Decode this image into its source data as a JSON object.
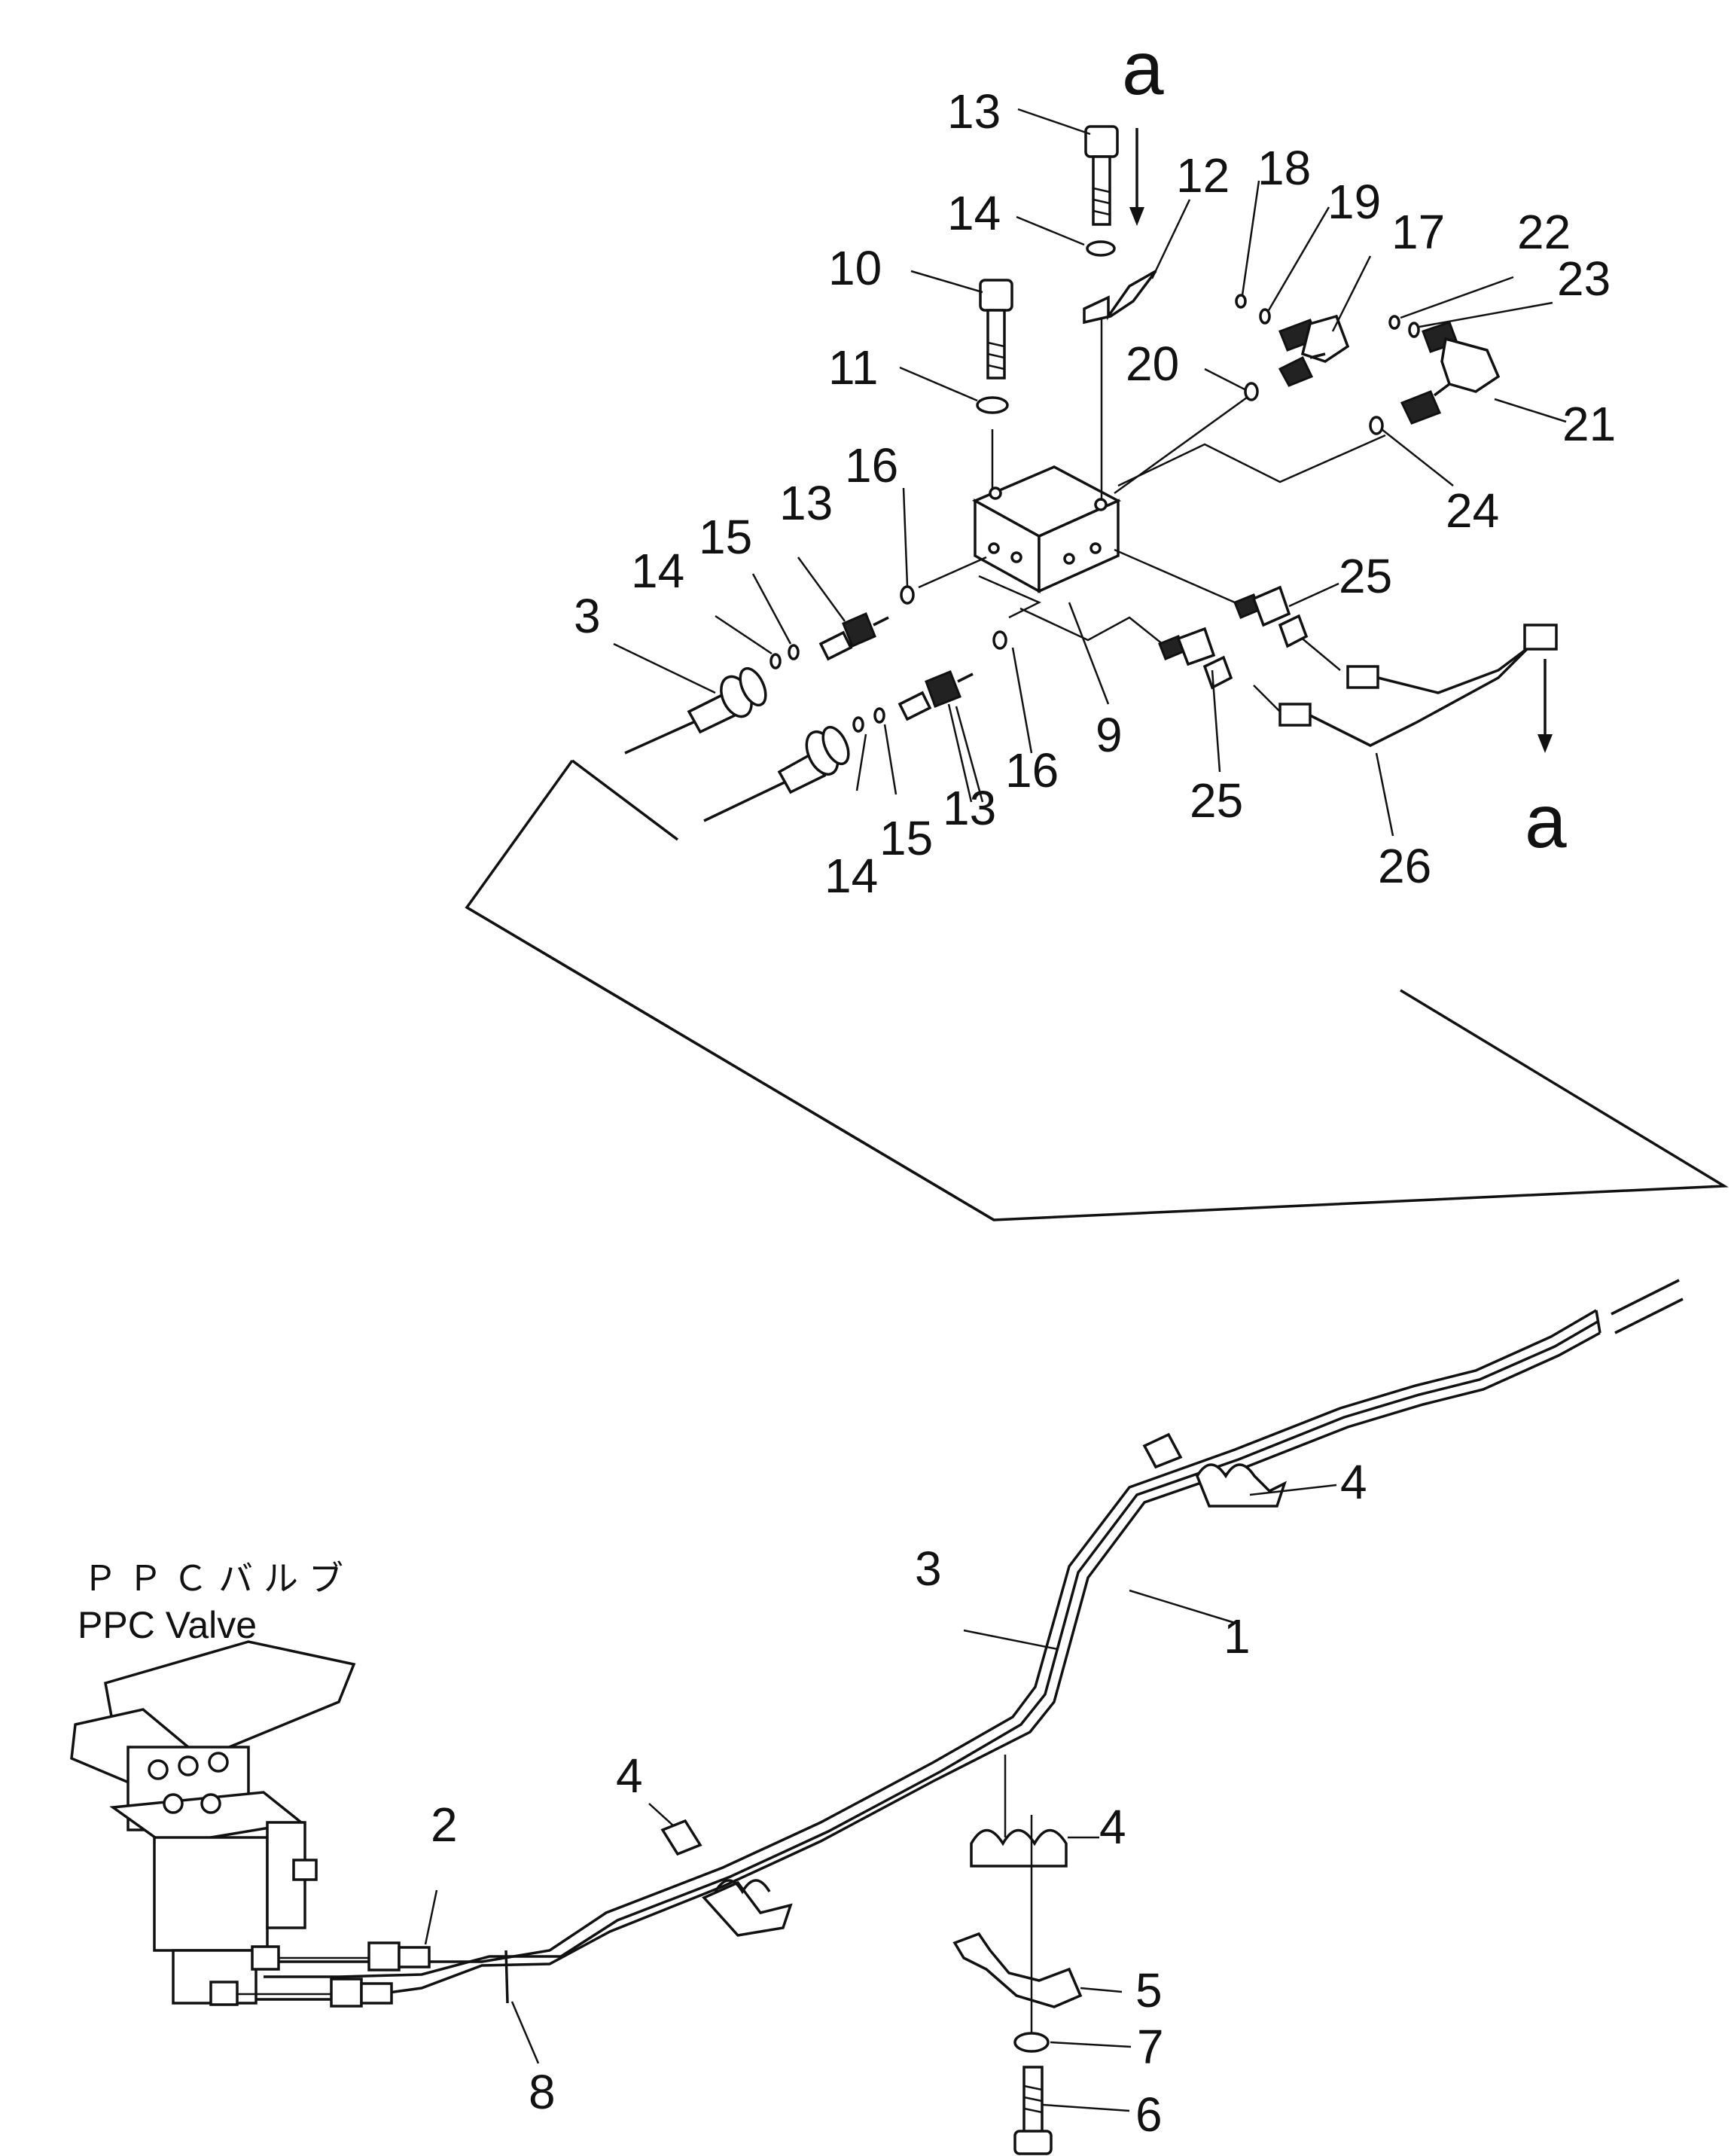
{
  "labels": {
    "p1": "1",
    "p2": "2",
    "p3_top": "3",
    "p3_bottom": "3",
    "p4_a": "4",
    "p4_b": "4",
    "p4_c": "4",
    "p5": "5",
    "p6": "6",
    "p7": "7",
    "p8": "8",
    "p9": "9",
    "p10": "10",
    "p11": "11",
    "p12": "12",
    "p13_top": "13",
    "p13_mid": "13",
    "p13_low": "13",
    "p14_top": "14",
    "p14_mid": "14",
    "p14_low": "14",
    "p15_mid": "15",
    "p15_low": "15",
    "p16_mid": "16",
    "p16_low": "16",
    "p17": "17",
    "p18": "18",
    "p19": "19",
    "p20": "20",
    "p21": "21",
    "p22": "22",
    "p23": "23",
    "p24": "24",
    "p25_a": "25",
    "p25_b": "25",
    "p26": "26"
  },
  "view_marker": {
    "top": "a",
    "bottom": "a"
  },
  "valve_label": {
    "jp": "ＰＰＣバルブ",
    "en": "PPC Valve"
  }
}
